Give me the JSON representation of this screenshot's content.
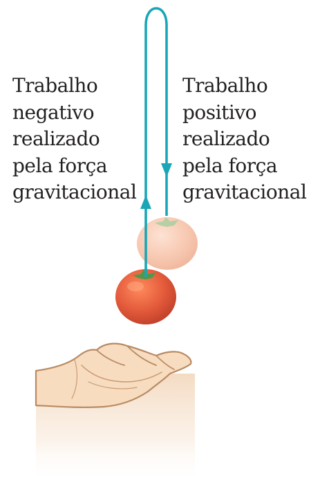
{
  "left_label": {
    "lines": [
      "Trabalho",
      "negativo",
      "realizado",
      "pela força",
      "gravitacional"
    ]
  },
  "right_label": {
    "lines": [
      "Trabalho",
      "positivo",
      "realizado",
      "pela força",
      "gravitacional"
    ]
  },
  "colors": {
    "path_arrow": "#1aa6b7",
    "tomato_lower": "#e05a3a",
    "tomato_upper_faded": "#f6c6b0",
    "stem": "#4f9a4a",
    "hand": "#f7dcc0",
    "hand_outline": "#b98a62",
    "text": "#231f20"
  },
  "icons": {
    "lower_object": "tomato-icon",
    "upper_object": "tomato-faded-icon",
    "hand": "open-hand-icon"
  }
}
